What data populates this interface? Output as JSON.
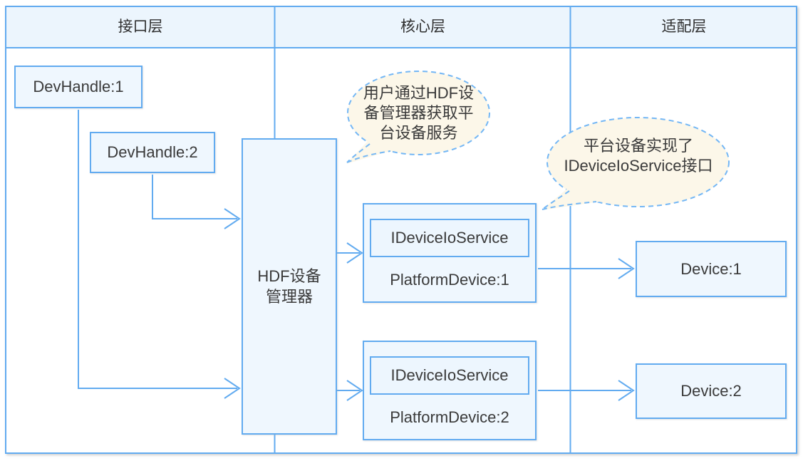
{
  "header": {
    "columns": [
      {
        "label": "接口层"
      },
      {
        "label": "核心层"
      },
      {
        "label": "适配层"
      }
    ]
  },
  "nodes": {
    "dev_handle_1": {
      "label": "DevHandle:1"
    },
    "dev_handle_2": {
      "label": "DevHandle:2"
    },
    "hdf_manager": {
      "label": "HDF设备管理器",
      "label_lines": [
        "HDF设备",
        "管理器"
      ]
    },
    "platform_device_1": {
      "service": "IDeviceIoService",
      "label": "PlatformDevice:1"
    },
    "platform_device_2": {
      "service": "IDeviceIoService",
      "label": "PlatformDevice:2"
    },
    "device_1": {
      "label": "Device:1"
    },
    "device_2": {
      "label": "Device:2"
    }
  },
  "callouts": {
    "manager_note": "用户通过HDF设备管理器获取平台设备服务",
    "service_note": "平台设备实现了IDeviceIoService接口"
  },
  "colors": {
    "line_blue": "#62abf0",
    "callout_border_blue": "#74b7f5",
    "node_fill": "#eff7fe",
    "header_fill": "#ecf5fd",
    "callout_fill": "#fcf7e9",
    "text": "#3a3a3a"
  }
}
